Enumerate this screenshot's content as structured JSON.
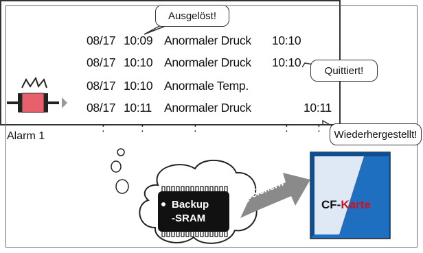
{
  "alarm": {
    "label": "Alarm 1"
  },
  "log": {
    "rows": [
      {
        "date": "08/17",
        "time": "10:09",
        "message": "Anormaler Druck",
        "extra": "10:10"
      },
      {
        "date": "08/17",
        "time": "10:10",
        "message": "Anormaler Druck",
        "extra": "10:10"
      },
      {
        "date": "08/17",
        "time": "10:10",
        "message": "Anormale Temp.",
        "extra": ""
      },
      {
        "date": "08/17",
        "time": "10:11",
        "message": "Anormaler Druck",
        "extra": "10:11"
      }
    ],
    "continuation": ":"
  },
  "callouts": {
    "triggered": "Ausgelöst!",
    "acknowledged": "Quittiert!",
    "recovered": "Wiederhergestellt!"
  },
  "chip": {
    "line1": "Backup",
    "line2": "-SRAM"
  },
  "arrow": {
    "label": "Speichern"
  },
  "card": {
    "label_cf": "CF-",
    "label_karte": "Karte"
  },
  "colors": {
    "alarm_lamp": "#e8606b",
    "card_blue": "#1f6fc0",
    "card_light": "#dfe9f5",
    "karte_text": "#d0101a",
    "arrow_gray": "#8a8a8a"
  }
}
